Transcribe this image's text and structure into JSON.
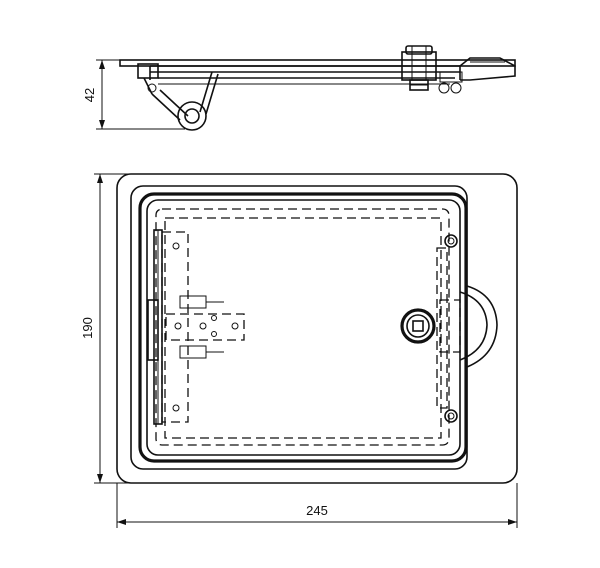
{
  "drawing": {
    "dimensions": {
      "height_side_view": "42",
      "height_front_view": "190",
      "width_front_view": "245"
    },
    "colors": {
      "line": "#111111",
      "background": "#ffffff"
    }
  }
}
